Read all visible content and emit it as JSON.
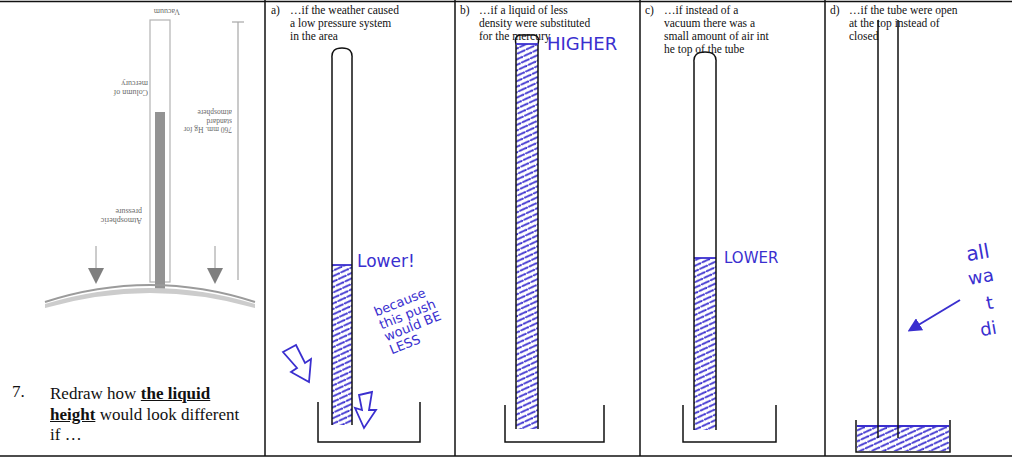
{
  "diagram": {
    "labels": [
      "Vacuum",
      "Column of mercury",
      "760 mm. Hg for standard atmosphere",
      "Atmospheric pressure",
      "7.",
      "Redraw how",
      "the liquid height",
      "would look different if …",
      "a)",
      "…if the weather caused a low pressure system in the area",
      "b)",
      "…if a liquid of less density were substituted for the mercury",
      "c)",
      "…if instead of a vacuum there was a small amount of air int he top of the tube",
      "d)",
      "…if the tube were open at the top instead of closed",
      "Lower!",
      "because this push would BE LESS",
      "HIGHER",
      "LOWER",
      "all",
      "wa",
      "t",
      "di"
    ]
  }
}
